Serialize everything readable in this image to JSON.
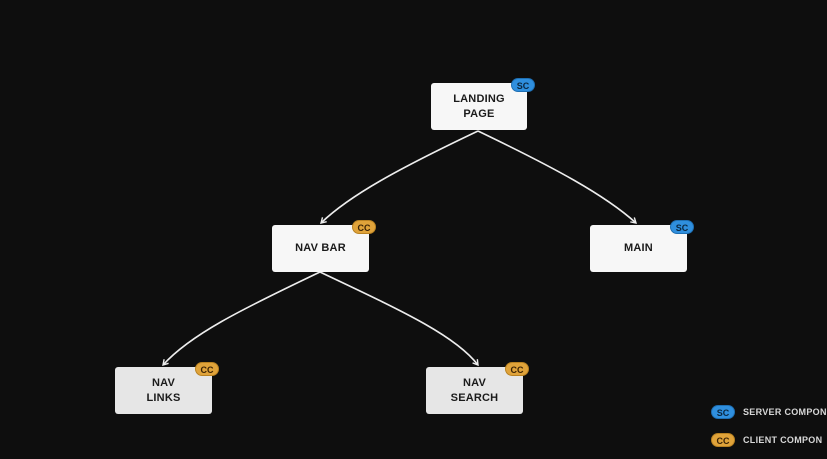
{
  "colors": {
    "background": "#0e0e0e",
    "node": "#f7f7f7",
    "edge": "#ededed",
    "server_badge": "#2f8fde",
    "client_badge": "#e0a33a"
  },
  "nodes": {
    "landing": {
      "label": "LANDING\nPAGE",
      "badge": "SC"
    },
    "navbar": {
      "label": "NAV BAR",
      "badge": "CC"
    },
    "main": {
      "label": "MAIN",
      "badge": "SC"
    },
    "navlinks": {
      "label": "NAV\nLINKS",
      "badge": "CC"
    },
    "navsearch": {
      "label": "NAV\nSEARCH",
      "badge": "CC"
    }
  },
  "edges": [
    {
      "from": "landing",
      "to": "navbar"
    },
    {
      "from": "landing",
      "to": "main"
    },
    {
      "from": "navbar",
      "to": "navlinks"
    },
    {
      "from": "navbar",
      "to": "navsearch"
    }
  ],
  "legend": {
    "server": {
      "badge": "SC",
      "text": "SERVER COMPON"
    },
    "client": {
      "badge": "CC",
      "text": "CLIENT COMPON"
    }
  }
}
